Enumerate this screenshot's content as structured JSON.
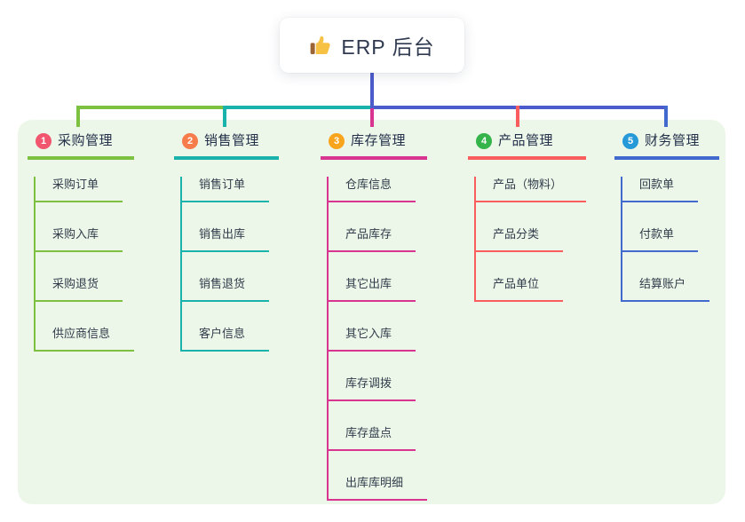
{
  "root": {
    "title": "ERP 后台",
    "icon": "thumbs-up"
  },
  "panel": {
    "background": "#edf7e9"
  },
  "trunk_color": "#4b5bcb",
  "branches": [
    {
      "badge_num": "1",
      "badge_color": "#f1566e",
      "line_color": "#7cc140",
      "title": "采购管理",
      "items": [
        "采购订单",
        "采购入库",
        "采购退货",
        "供应商信息"
      ]
    },
    {
      "badge_num": "2",
      "badge_color": "#f67c4c",
      "line_color": "#19b3ac",
      "title": "销售管理",
      "items": [
        "销售订单",
        "销售出库",
        "销售退货",
        "客户信息"
      ]
    },
    {
      "badge_num": "3",
      "badge_color": "#f9a41d",
      "line_color": "#d83591",
      "title": "库存管理",
      "items": [
        "仓库信息",
        "产品库存",
        "其它出库",
        "其它入库",
        "库存调拨",
        "库存盘点",
        "出库库明细"
      ]
    },
    {
      "badge_num": "4",
      "badge_color": "#35b44b",
      "line_color": "#f95d5d",
      "title": "产品管理",
      "items": [
        "产品（物料）",
        "产品分类",
        "产品单位"
      ]
    },
    {
      "badge_num": "5",
      "badge_color": "#2699d8",
      "line_color": "#4169ce",
      "title": "财务管理",
      "items": [
        "回款单",
        "付款单",
        "结算账户"
      ]
    }
  ]
}
